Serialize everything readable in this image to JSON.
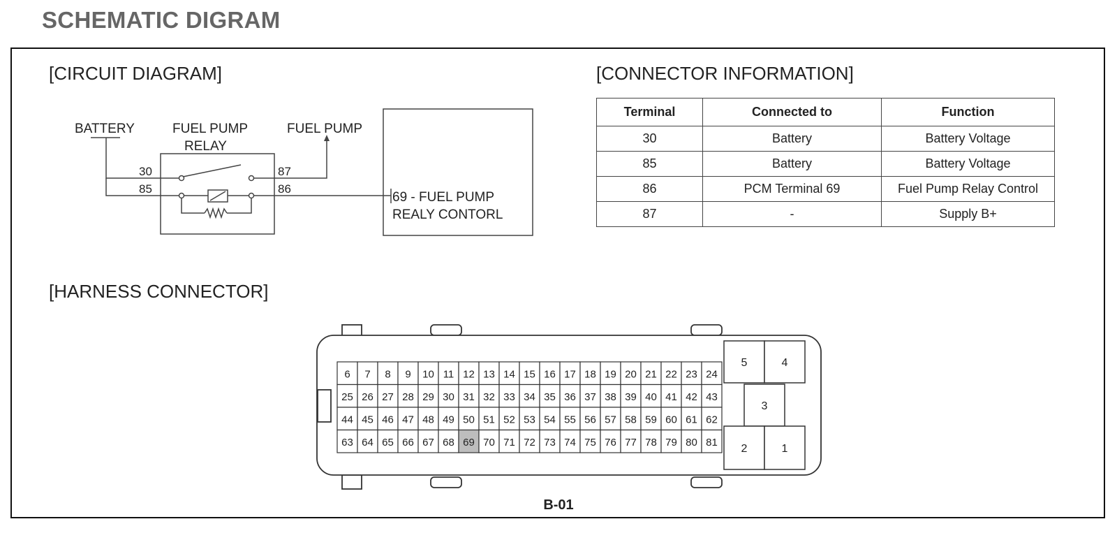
{
  "title": "SCHEMATIC DIGRAM",
  "circuit": {
    "heading": "[CIRCUIT DIAGRAM]",
    "battery_label": "BATTERY",
    "relay_label_1": "FUEL PUMP",
    "relay_label_2": "RELAY",
    "pump_label": "FUEL PUMP",
    "pin_30": "30",
    "pin_85": "85",
    "pin_87": "87",
    "pin_86": "86",
    "pcm_label_1": "69 - FUEL PUMP",
    "pcm_label_2": "REALY CONTORL"
  },
  "connector_info": {
    "heading": "[CONNECTOR INFORMATION]",
    "headers": [
      "Terminal",
      "Connected to",
      "Function"
    ],
    "rows": [
      [
        "30",
        "Battery",
        "Battery Voltage"
      ],
      [
        "85",
        "Battery",
        "Battery Voltage"
      ],
      [
        "86",
        "PCM Terminal 69",
        "Fuel Pump Relay Control"
      ],
      [
        "87",
        "-",
        "Supply B+"
      ]
    ]
  },
  "harness": {
    "heading": "[HARNESS CONNECTOR]",
    "connector_id": "B-01",
    "pin_rows": [
      [
        "6",
        "7",
        "8",
        "9",
        "10",
        "11",
        "12",
        "13",
        "14",
        "15",
        "16",
        "17",
        "18",
        "19",
        "20",
        "21",
        "22",
        "23",
        "24"
      ],
      [
        "25",
        "26",
        "27",
        "28",
        "29",
        "30",
        "31",
        "32",
        "33",
        "34",
        "35",
        "36",
        "37",
        "38",
        "39",
        "40",
        "41",
        "42",
        "43"
      ],
      [
        "44",
        "45",
        "46",
        "47",
        "48",
        "49",
        "50",
        "51",
        "52",
        "53",
        "54",
        "55",
        "56",
        "57",
        "58",
        "59",
        "60",
        "61",
        "62"
      ],
      [
        "63",
        "64",
        "65",
        "66",
        "67",
        "68",
        "69",
        "70",
        "71",
        "72",
        "73",
        "74",
        "75",
        "76",
        "77",
        "78",
        "79",
        "80",
        "81"
      ]
    ],
    "highlighted_pin": "69",
    "large_pins": [
      "5",
      "4",
      "3",
      "2",
      "1"
    ],
    "highlight_color": "#bdbdbd"
  }
}
